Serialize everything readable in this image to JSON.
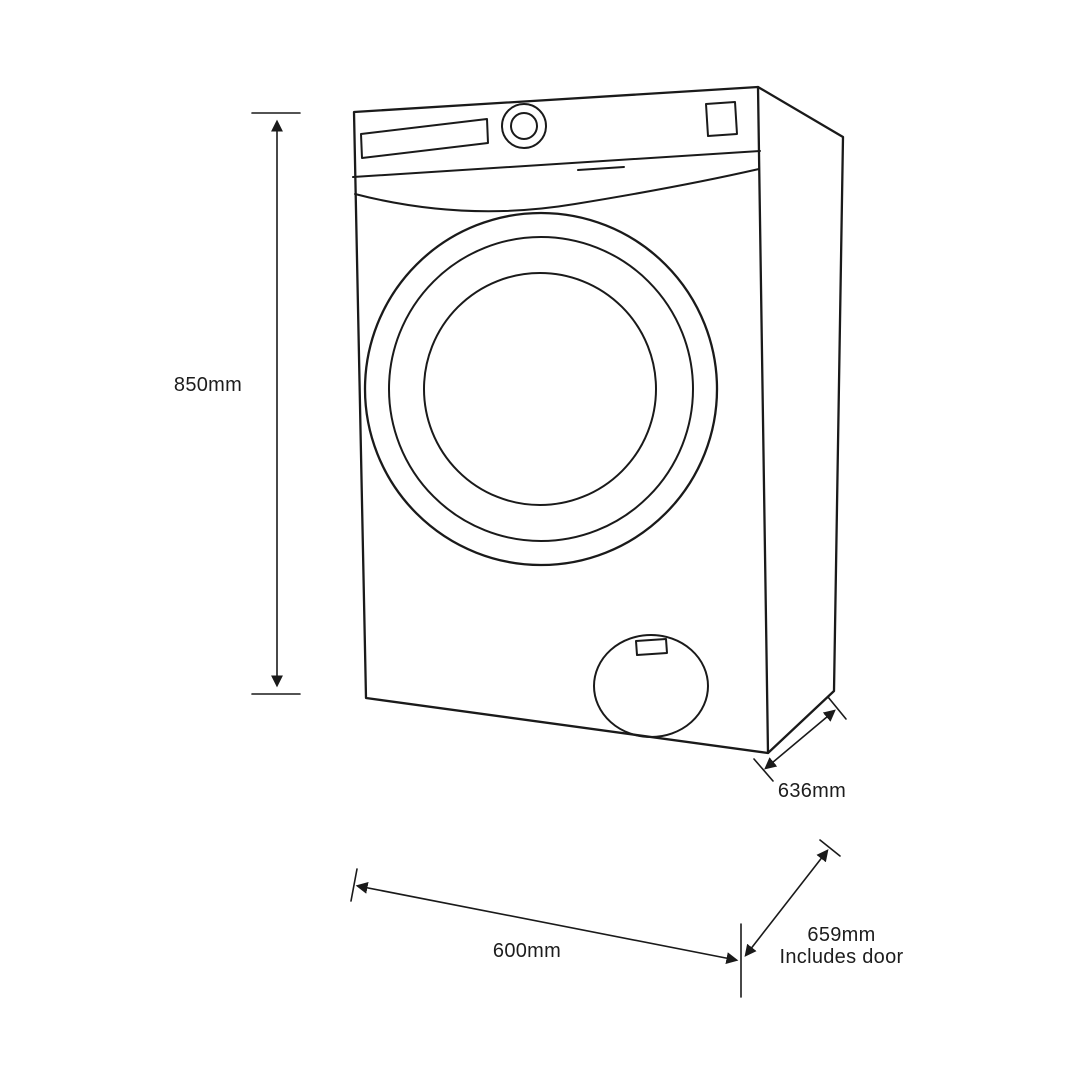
{
  "diagram": {
    "subject": "Front load washing machine dimension drawing",
    "line_color": "#1a1a1a",
    "text_color": "#1d1d1d",
    "background": "#ffffff",
    "dimensions": {
      "height": {
        "label": "850mm"
      },
      "depth": {
        "label": "636mm"
      },
      "width": {
        "label": "600mm"
      },
      "depth_including_door": {
        "label": "659mm",
        "note": "Includes door"
      }
    }
  }
}
